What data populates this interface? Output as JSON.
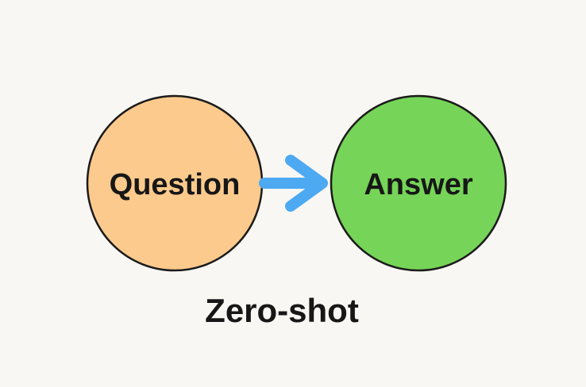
{
  "background_color": "#F8F7F4",
  "diagram": {
    "caption": "Zero-shot",
    "text_color": "#171717",
    "outline_color": "#1B1B1B",
    "nodes": [
      {
        "id": "question",
        "label": "Question",
        "fill": "#FBCA8C",
        "shape": "circle"
      },
      {
        "id": "answer",
        "label": "Answer",
        "fill": "#76D458",
        "shape": "circle"
      }
    ],
    "arrow": {
      "name": "question-to-answer-arrow",
      "color": "#4DA9F1",
      "direction": "right"
    }
  }
}
